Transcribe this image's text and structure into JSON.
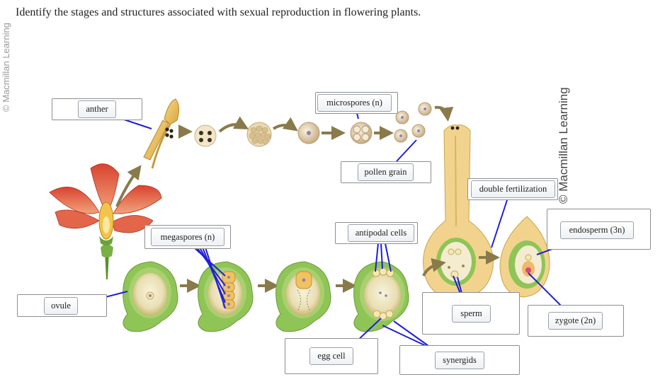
{
  "prompt": "Identify the stages and structures associated with sexual reproduction in flowering plants.",
  "watermark_left": "© Macmillan Learning",
  "watermark_right": "© Macmillan Learning",
  "labels": {
    "anther": "anther",
    "microspores": "microspores (n)",
    "pollen_grain": "pollen grain",
    "double_fertilization": "double fertilization",
    "endosperm": "endosperm (3n)",
    "megaspores": "megaspores (n)",
    "antipodal_cells": "antipodal cells",
    "ovule": "ovule",
    "sperm": "sperm",
    "zygote": "zygote (2n)",
    "egg_cell": "egg cell",
    "synergids": "synergids"
  },
  "colors": {
    "leader_line": "#1f1fd6",
    "arrow": "#8a7a4a",
    "ovule_green": "#8fc457",
    "ovule_inner": "#f3ecd0"
  }
}
